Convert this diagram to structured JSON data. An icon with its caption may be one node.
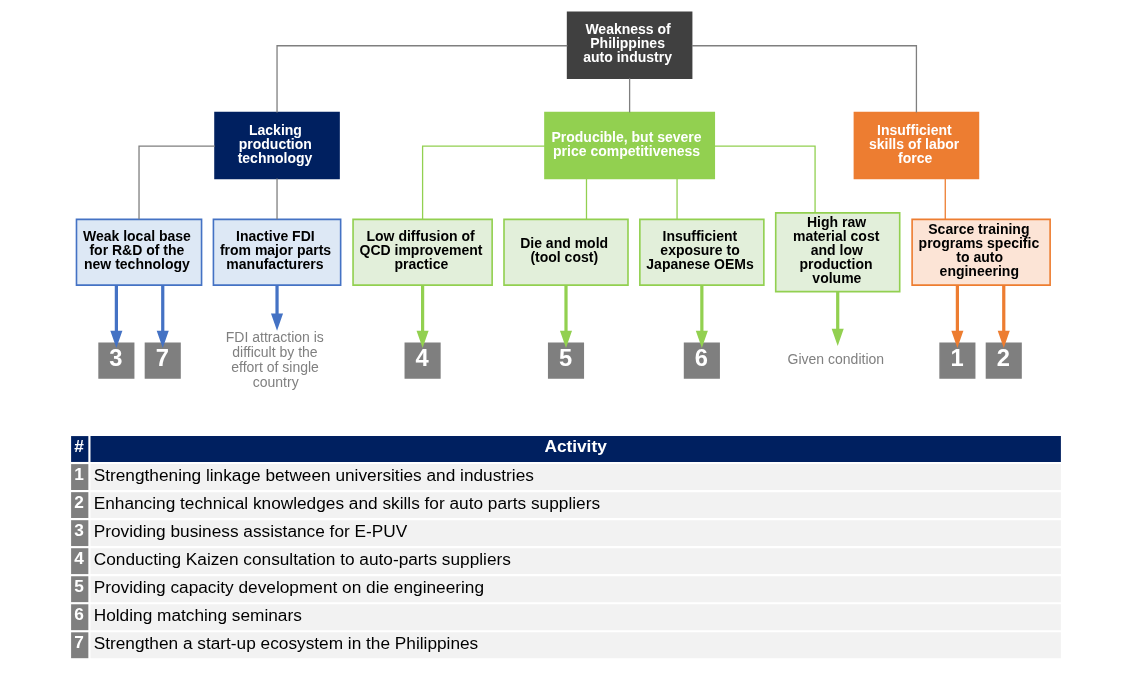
{
  "diagram": {
    "nodes": [
      {
        "text": [
          "Weakness of Philippines auto industry"
        ]
      },
      {
        "text": [
          "Lacking production technology"
        ]
      },
      {
        "text": [
          "Producible, but severe price competitiveness"
        ]
      },
      {
        "text": [
          "Insufficient skills of labor force"
        ]
      },
      {
        "text": [
          "Weak local base for R&D of the new technology"
        ]
      },
      {
        "text": [
          "Inactive FDI from major parts manufacturers"
        ]
      },
      {
        "text": [
          "Low diffusion of QCD improvement practice"
        ]
      },
      {
        "text": [
          "Die and mold (tool cost)"
        ]
      },
      {
        "text": [
          "Insufficient exposure to Japanese OEMs"
        ]
      },
      {
        "text": [
          "High raw material cost and low production volume"
        ]
      },
      {
        "text": [
          "Scarce training programs specific to auto engineering"
        ]
      },
      {
        "text": [
          "3"
        ]
      },
      {
        "text": [
          "7"
        ]
      },
      {
        "text": [
          "FDI attraction is difficult by the effort of single country"
        ]
      },
      {
        "text": [
          "4"
        ]
      },
      {
        "text": [
          "5"
        ]
      },
      {
        "text": [
          "6"
        ]
      },
      {
        "text": [
          "Given condition"
        ]
      },
      {
        "text": [
          "1"
        ]
      },
      {
        "text": [
          "2"
        ]
      }
    ],
    "edges": [
      {
        "from": 0,
        "to": 1,
        "arrow": "none"
      },
      {
        "from": 0,
        "to": 2,
        "arrow": "none"
      },
      {
        "from": 0,
        "to": 3,
        "arrow": "none"
      },
      {
        "from": 1,
        "to": 4,
        "arrow": "none"
      },
      {
        "from": 1,
        "to": 5,
        "arrow": "none"
      },
      {
        "from": 2,
        "to": 6,
        "arrow": "none",
        "color": "#92d050"
      },
      {
        "from": 2,
        "to": 7,
        "arrow": "none",
        "color": "#92d050"
      },
      {
        "from": 2,
        "to": 8,
        "arrow": "none",
        "color": "#92d050"
      },
      {
        "from": 2,
        "to": 9,
        "arrow": "none",
        "color": "#92d050"
      },
      {
        "from": 3,
        "to": 10,
        "arrow": "none",
        "color": "#ed7d31"
      },
      {
        "from": 4,
        "to": 11,
        "arrow": "to",
        "style": "thick",
        "color": "#4472c4"
      },
      {
        "from": 4,
        "to": 12,
        "arrow": "to",
        "style": "thick",
        "color": "#4472c4"
      },
      {
        "from": 5,
        "to": 13,
        "arrow": "to",
        "style": "thick",
        "color": "#4472c4"
      },
      {
        "from": 6,
        "to": 14,
        "arrow": "to",
        "style": "thick",
        "color": "#92d050"
      },
      {
        "from": 7,
        "to": 15,
        "arrow": "to",
        "style": "thick",
        "color": "#92d050"
      },
      {
        "from": 8,
        "to": 16,
        "arrow": "to",
        "style": "thick",
        "color": "#92d050"
      },
      {
        "from": 9,
        "to": 17,
        "arrow": "to",
        "style": "thick",
        "color": "#92d050"
      },
      {
        "from": 10,
        "to": 18,
        "arrow": "to",
        "style": "thick",
        "color": "#ed7d31"
      },
      {
        "from": 10,
        "to": 19,
        "arrow": "to",
        "style": "thick",
        "color": "#ed7d31"
      }
    ],
    "labels": [
      "#",
      "Activity",
      "1",
      "Strengthening linkage between universities and industries",
      "2",
      "Enhancing technical knowledges and skills for auto parts suppliers",
      "3",
      "Providing business assistance for E-PUV",
      "4",
      "Conducting Kaizen consultation to auto-parts suppliers",
      "5",
      "Providing capacity development on die engineering",
      "6",
      "Holding matching seminars",
      "7",
      "Strengthen a start-up ecosystem in the Philippines"
    ]
  }
}
